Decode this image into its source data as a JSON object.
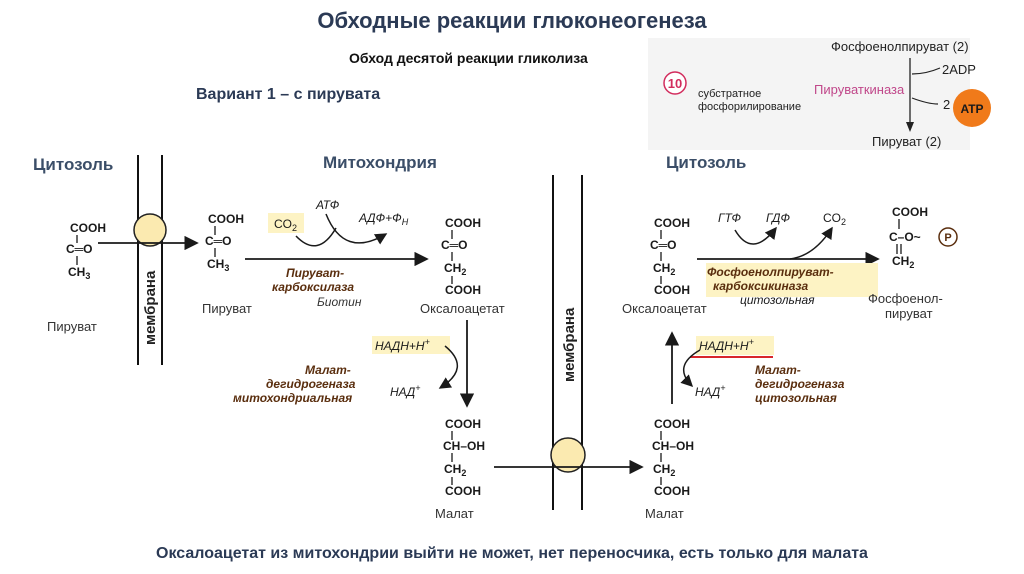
{
  "header": {
    "title": "Обходные реакции глюконеогенеза",
    "subtitle": "Обход десятой реакции гликолиза",
    "variant": "Вариант 1 – с пирувата"
  },
  "inset": {
    "step_number": "10",
    "step_label_1": "субстратное",
    "step_label_2": "фосфорилирование",
    "substrate": "Фосфоенолпируват (2)",
    "enzyme": "Пируваткиназа",
    "adp": "2ADP",
    "atp_count": "2",
    "atp": "ATP",
    "product": "Пируват (2)"
  },
  "compartments": {
    "cytosol_left": "Цитозоль",
    "mitochondria": "Митохондрия",
    "cytosol_right": "Цитозоль",
    "membrane": "мембрана"
  },
  "formula": {
    "cooh": "COOH",
    "c_keto": "C═O",
    "ch3": "CH",
    "ch2": "CH",
    "ch_oh": "CH–OH",
    "sub3": "3",
    "sub2": "2",
    "enol_c": "C–O~",
    "ch2_double": "CH",
    "p": "P"
  },
  "molecules": {
    "pyruvate_left": "Пируват",
    "pyruvate_mem": "Пируват",
    "oxaloacetate_mito": "Оксалоацетат",
    "malate_mito": "Малат",
    "malate_cyto": "Малат",
    "oxaloacetate_cyto": "Оксалоацетат",
    "pep_1": "Фосфоенол-",
    "pep_2": "пируват"
  },
  "cofactors": {
    "co2_in": "CO",
    "atp_ru": "АТФ",
    "adp_fn": "АДФ+Ф",
    "fn_sub": "Н",
    "nadh_mito": "НАДН+Н",
    "nad_mito": "НАД",
    "gtp": "ГТФ",
    "gdp": "ГДФ",
    "co2_out": "CO",
    "nadh_cyto": "НАДН+Н",
    "nad_cyto": "НАД",
    "plus": "+"
  },
  "enzymes": {
    "pc_1": "Пируват-",
    "pc_2": "карбоксилаза",
    "pc_cofactor": "Биотин",
    "mdh_m_1": "Малат-",
    "mdh_m_2": "дегидрогеназа",
    "mdh_m_3": "митохондриальная",
    "pepck_1": "Фосфоенолпируват-",
    "pepck_2": "карбоксикиназа",
    "pepck_3": "цитозольная",
    "mdh_c_1": "Малат-",
    "mdh_c_2": "дегидрогеназа",
    "mdh_c_3": "цитозольная"
  },
  "footer": {
    "note": "Оксалоацетат из митохондрии выйти не может, нет переносчика, есть только для малата"
  },
  "colors": {
    "title": "#2b3a55",
    "enzyme_text": "#5a2e0e",
    "highlight": "#fdf3c4",
    "atp_circle": "#f07a1a",
    "enzyme_inset": "#c0478a",
    "transporter": "#fbeab0"
  }
}
